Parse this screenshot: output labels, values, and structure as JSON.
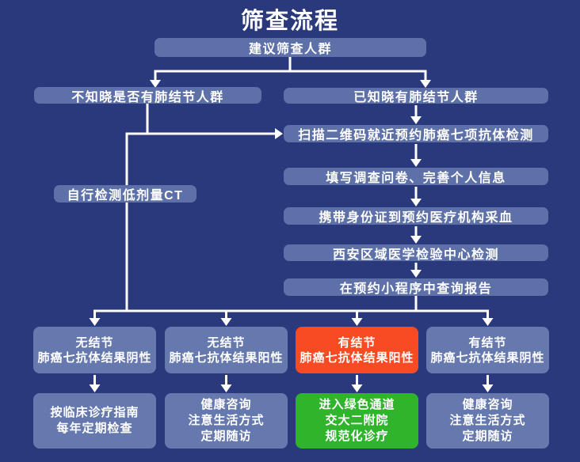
{
  "title": "筛查流程",
  "colors": {
    "background": "#29397b",
    "box_blue": "#5d70a8",
    "box_blue_light": "#6679af",
    "box_red": "#f94b23",
    "box_green": "#2fb42c",
    "line": "#ffffff",
    "text": "#ffffff"
  },
  "nodes": {
    "root": "建议筛查人群",
    "left_branch": "不知晓是否有肺结节人群",
    "right_branch": "已知晓有肺结节人群",
    "self_ct": "自行检测低剂量CT",
    "steps": [
      "扫描二维码就近预约肺癌七项抗体检测",
      "填写调查问卷、完善个人信息",
      "携带身份证到预约医疗机构采血",
      "西安区域医学检验中心检测",
      "在预约小程序中查询报告"
    ],
    "results": [
      {
        "line1": "无结节",
        "line2": "肺癌七抗体结果阴性"
      },
      {
        "line1": "无结节",
        "line2": "肺癌七抗体结果阳性"
      },
      {
        "line1": "有结节",
        "line2": "肺癌七抗体结果阳性",
        "highlight": "red"
      },
      {
        "line1": "有结节",
        "line2": "肺癌七抗体结果阴性"
      }
    ],
    "actions": [
      {
        "line1": "按临床诊疗指南",
        "line2": "每年定期检查"
      },
      {
        "line1": "健康咨询",
        "line2": "注意生活方式",
        "line3": "定期随访"
      },
      {
        "line1": "进入绿色通道",
        "line2": "交大二附院",
        "line3": "规范化诊疗",
        "highlight": "green"
      },
      {
        "line1": "健康咨询",
        "line2": "注意生活方式",
        "line3": "定期随访"
      }
    ]
  }
}
